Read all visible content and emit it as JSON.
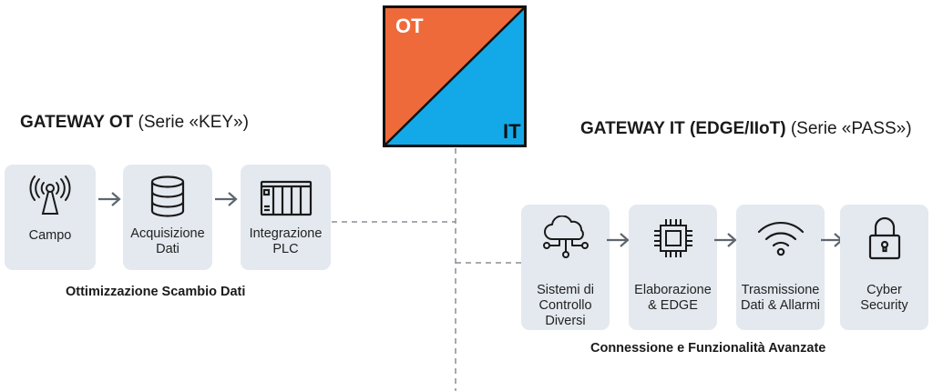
{
  "hub": {
    "ot_label": "OT",
    "it_label": "IT",
    "ot_color": "#ef6a3a",
    "it_color": "#13a9e8"
  },
  "gateway_ot": {
    "title": "GATEWAY OT",
    "series": "(Serie «KEY»)",
    "caption": "Ottimizzazione Scambio Dati",
    "steps": [
      {
        "icon": "radio-tower-icon",
        "label": "Campo"
      },
      {
        "icon": "database-icon",
        "label_line1": "Acquisizione",
        "label_line2": "Dati"
      },
      {
        "icon": "plc-rack-icon",
        "label_line1": "Integrazione",
        "label_line2": "PLC"
      }
    ]
  },
  "gateway_it": {
    "title": "GATEWAY IT (EDGE/IIoT)",
    "series": "(Serie «PASS»)",
    "caption": "Connessione e Funzionalità Avanzate",
    "steps": [
      {
        "icon": "cloud-network-icon",
        "label_line1": "Sistemi di",
        "label_line2": "Controllo",
        "label_line3": "Diversi"
      },
      {
        "icon": "cpu-chip-icon",
        "label_line1": "Elaborazione",
        "label_line2": "& EDGE"
      },
      {
        "icon": "wifi-icon",
        "label_line1": "Trasmissione",
        "label_line2": "Dati & Allarmi"
      },
      {
        "icon": "padlock-icon",
        "label_line1": "Cyber",
        "label_line2": "Security"
      }
    ]
  },
  "colors": {
    "box_bg": "#e4e9ef",
    "connector": "#8a8f96",
    "arrow": "#5f6670"
  }
}
